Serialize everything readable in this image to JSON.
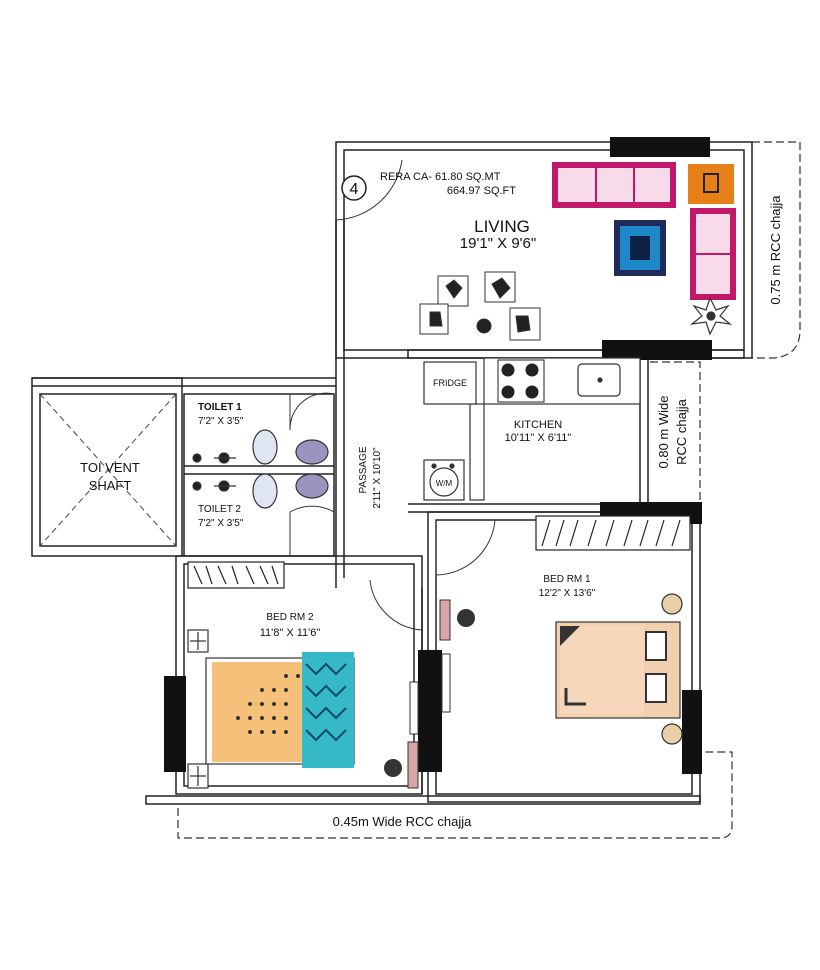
{
  "unit_number": "4",
  "area": {
    "rera_carpet": "RERA CA- 61.80 SQ.MT",
    "sqft": "664.97 SQ.FT"
  },
  "rooms": {
    "living": {
      "name": "LIVING",
      "size": "19'1\" X 9'6\""
    },
    "kitchen": {
      "name": "KITCHEN",
      "size": "10'11\" X 6'11\""
    },
    "toilet1": {
      "name": "TOILET 1",
      "size": "7'2\" X 3'5\""
    },
    "toilet2": {
      "name": "TOILET 2",
      "size": "7'2\" X 3'5\""
    },
    "shaft": {
      "line1": "TOI VENT",
      "line2": "SHAFT"
    },
    "passage": {
      "name": "PASSAGE",
      "size": "2'11\" X 10'10\""
    },
    "bed1": {
      "name": "BED RM 1",
      "size": "12'2\" X 13'6\""
    },
    "bed2": {
      "name": "BED RM 2",
      "size": "11'8\" X 11'6\""
    }
  },
  "appliances": {
    "fridge": "FRIDGE",
    "washing_machine": "W/M"
  },
  "chajja": {
    "right_top": "0.75 m RCC chajja",
    "right_mid_line1": "0.80 m Wide",
    "right_mid_line2": "RCC chajja",
    "bottom": "0.45m Wide RCC chajja"
  },
  "colors": {
    "wall": "#222222",
    "sofa": "#c2186b",
    "rug": "#1e88c8",
    "side_table": "#e8801a",
    "bed_fill": "#f5c07a",
    "bed_rm1_fill": "#f2cfae",
    "chair_cushion": "#d9a4a4",
    "chevron": "#35b9c6"
  }
}
